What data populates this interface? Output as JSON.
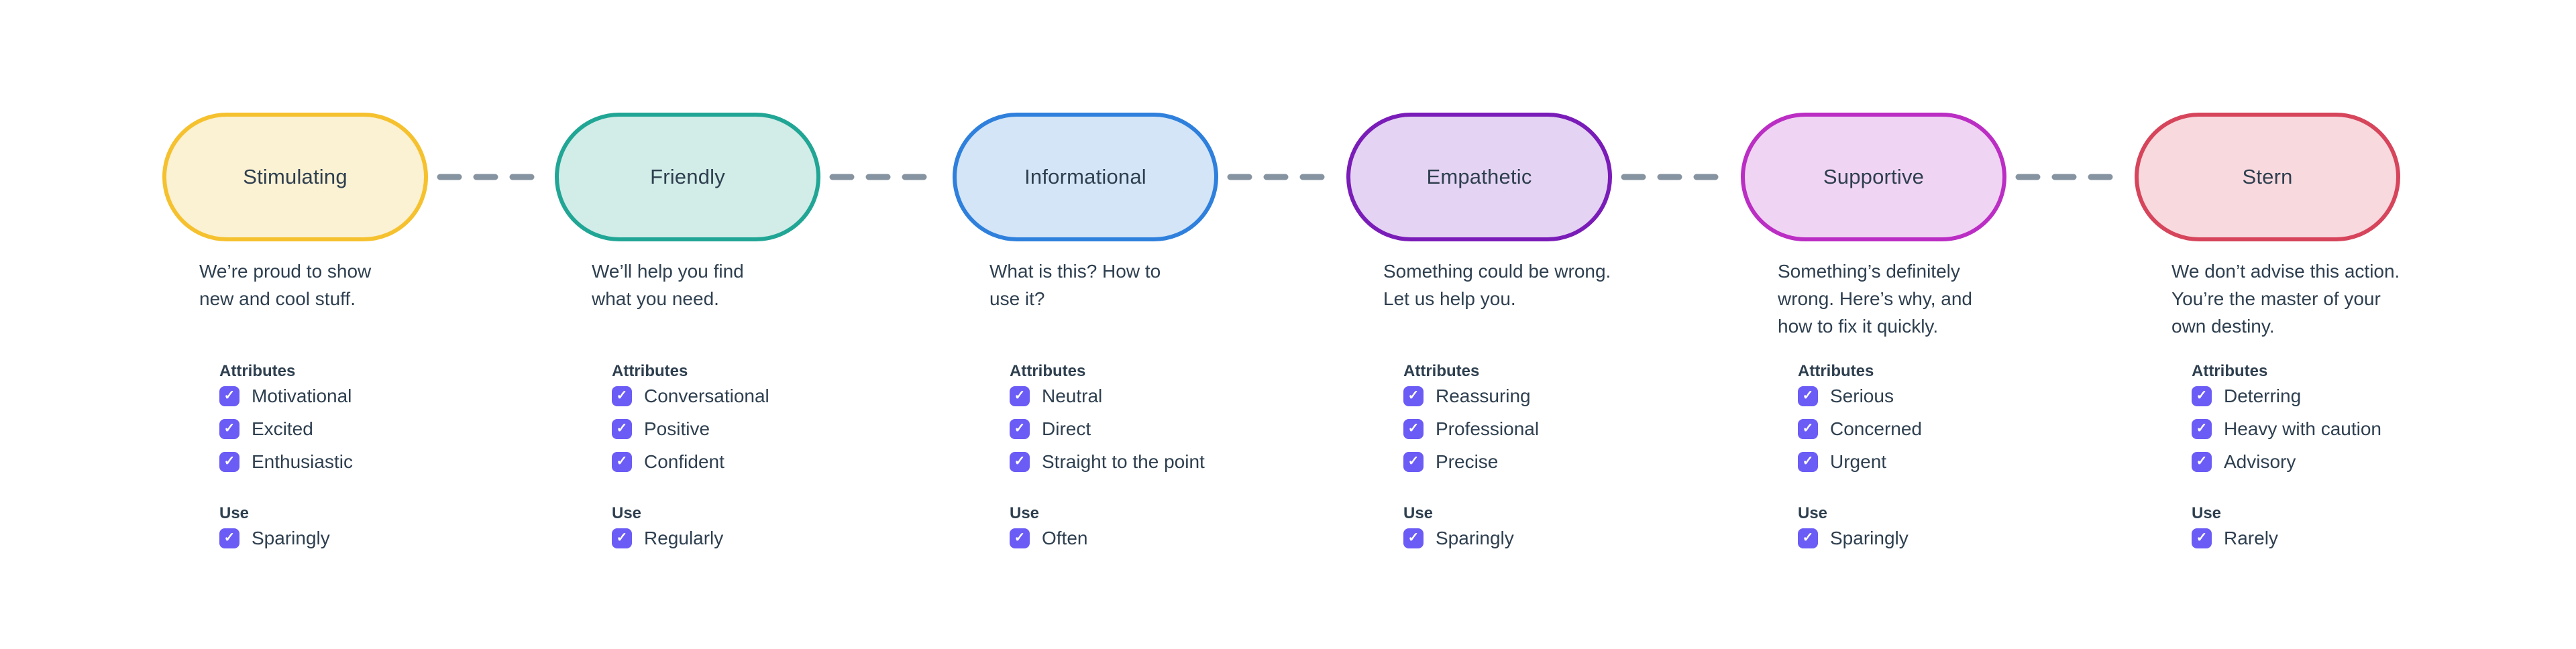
{
  "ui": {
    "checkbox_color": "#6B5CF6",
    "checkmark": "✓",
    "connector_color": "#8693A0"
  },
  "section_labels": {
    "attributes": "Attributes",
    "use": "Use"
  },
  "tones": [
    {
      "name": "Stimulating",
      "description": "We’re proud to show\nnew and cool stuff.",
      "attributes": [
        "Motivational",
        "Excited",
        "Enthusiastic"
      ],
      "use": "Sparingly",
      "colors": {
        "border": "#F5C12E",
        "fill": "#FBF1D3"
      }
    },
    {
      "name": "Friendly",
      "description": "We’ll help you find\nwhat you need.",
      "attributes": [
        "Conversational",
        "Positive",
        "Confident"
      ],
      "use": "Regularly",
      "colors": {
        "border": "#21A695",
        "fill": "#D2ECE8"
      }
    },
    {
      "name": "Informational",
      "description": "What is this? How to\nuse it?",
      "attributes": [
        "Neutral",
        "Direct",
        "Straight to the point"
      ],
      "use": "Often",
      "colors": {
        "border": "#2F80DC",
        "fill": "#D4E5F7"
      }
    },
    {
      "name": "Empathetic",
      "description": "Something could be wrong.\nLet us help you.",
      "attributes": [
        "Reassuring",
        "Professional",
        "Precise"
      ],
      "use": "Sparingly",
      "colors": {
        "border": "#7A1CB8",
        "fill": "#E4D3F2"
      }
    },
    {
      "name": "Supportive",
      "description": "Something’s definitely\nwrong. Here’s why, and\nhow to fix it quickly.",
      "attributes": [
        "Serious",
        "Concerned",
        "Urgent"
      ],
      "use": "Sparingly",
      "colors": {
        "border": "#BB2EC4",
        "fill": "#F0D4F3"
      }
    },
    {
      "name": "Stern",
      "description": "We don’t advise this action.\nYou’re the master of your\nown destiny.",
      "attributes": [
        "Deterring",
        "Heavy with caution",
        "Advisory"
      ],
      "use": "Rarely",
      "colors": {
        "border": "#D6455B",
        "fill": "#F8D9DE"
      }
    }
  ]
}
